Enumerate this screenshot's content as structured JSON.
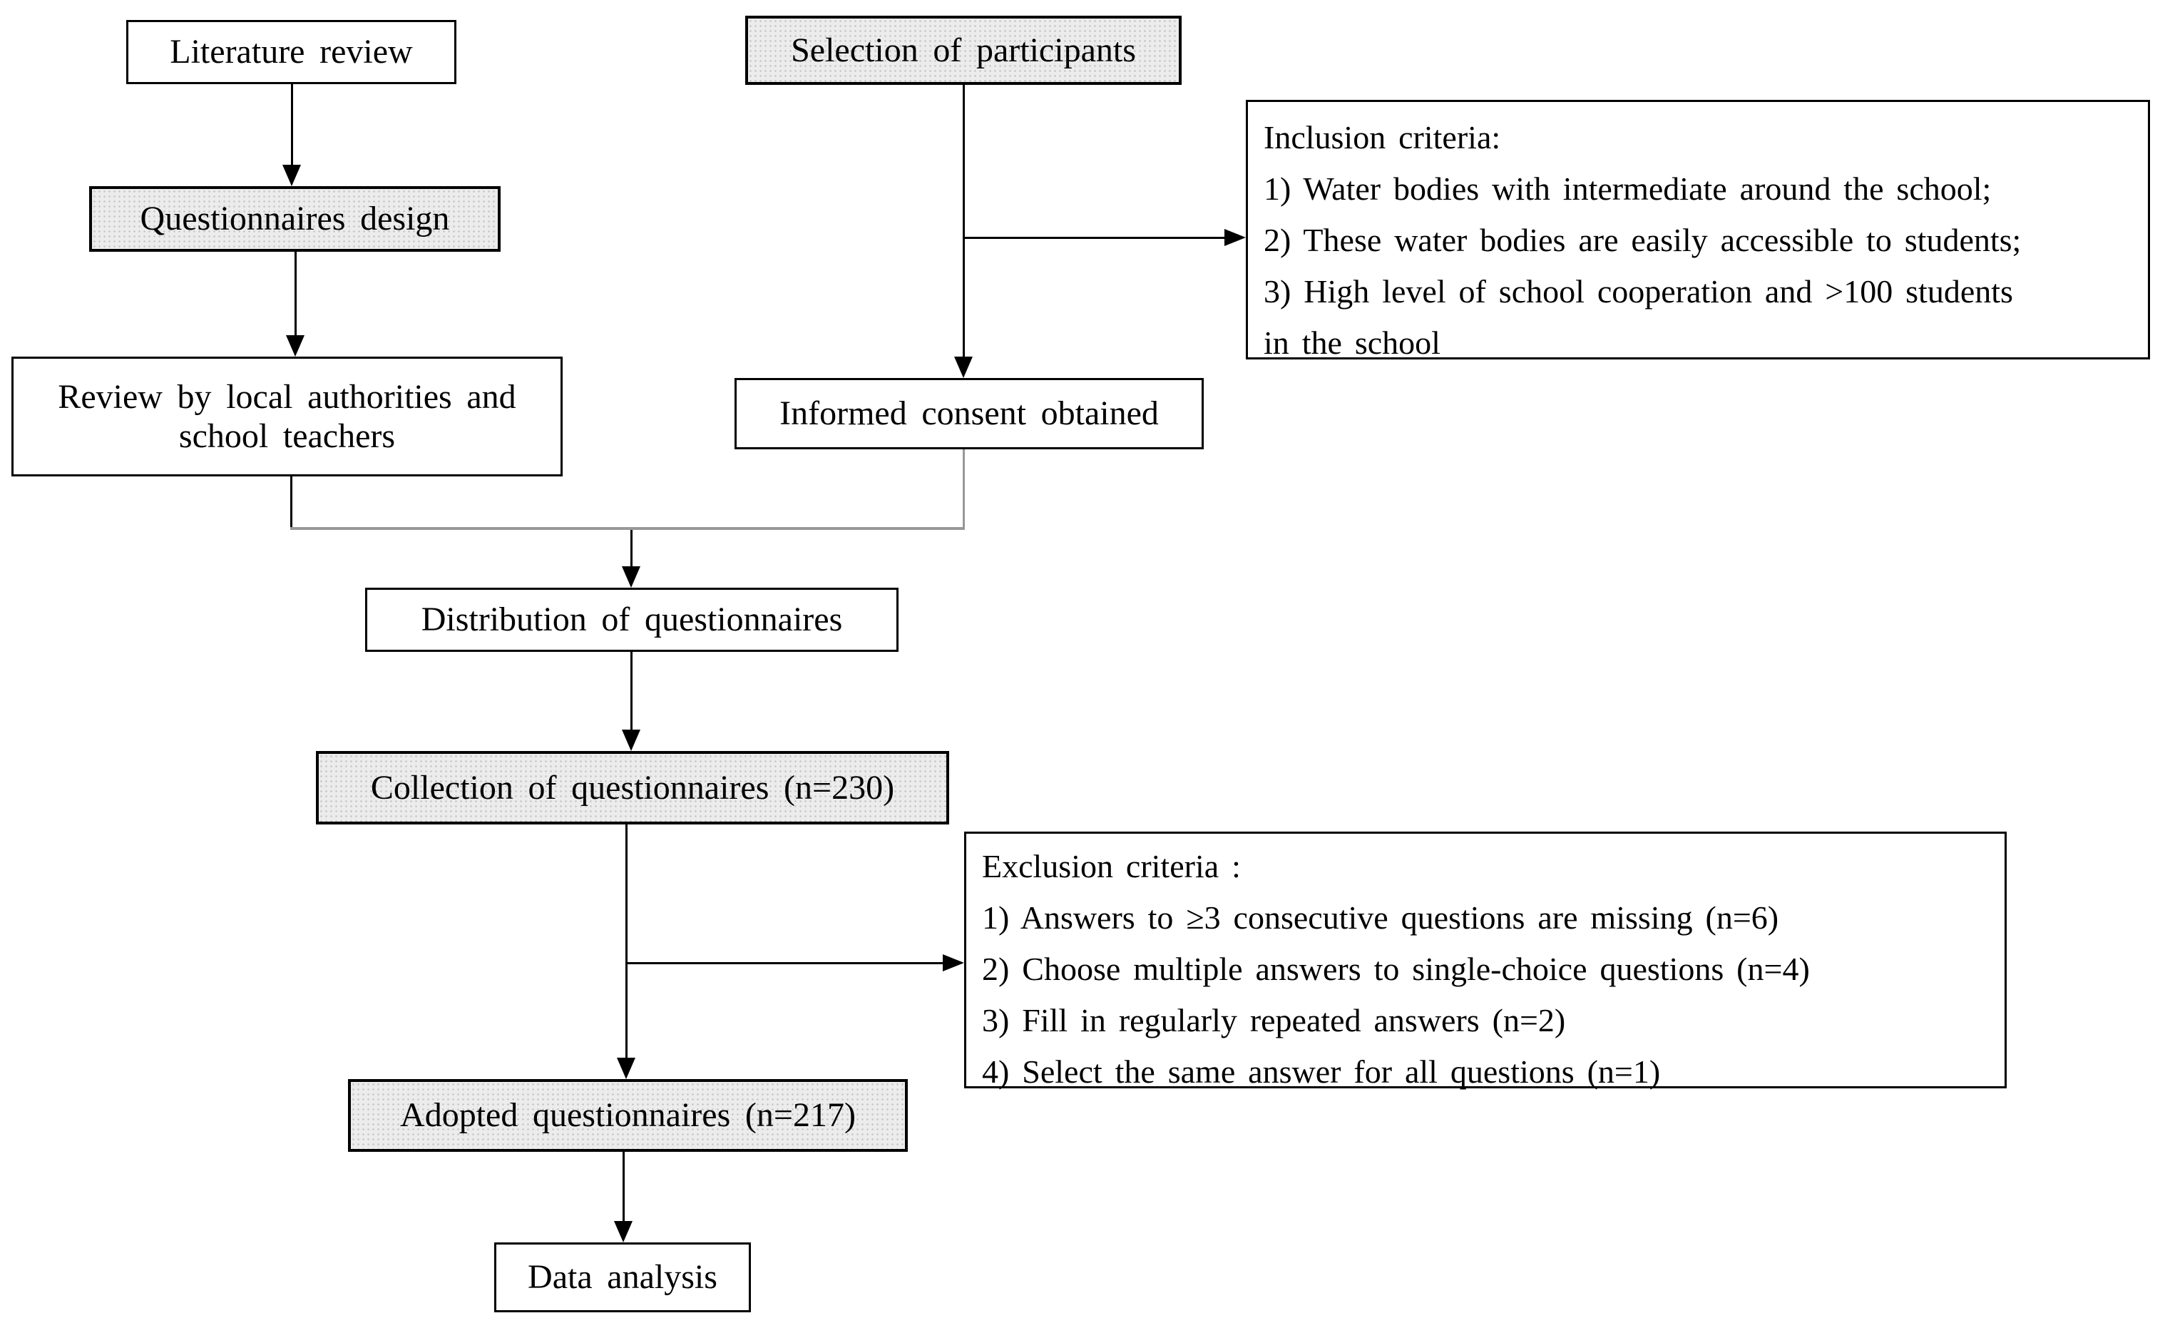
{
  "diagram": {
    "title": "Questionnaire study flowchart",
    "colors": {
      "background": "#ffffff",
      "box_border": "#000000",
      "shaded_box_fill": "#ececec",
      "connector_black": "#000000",
      "connector_gray": "#989898"
    },
    "nodes": {
      "literature": {
        "label": "Literature review"
      },
      "selection": {
        "label": "Selection of participants"
      },
      "qdesign": {
        "label": "Questionnaires design"
      },
      "review": {
        "label": "Review by local authorities and school teachers"
      },
      "informed": {
        "label": "Informed consent obtained"
      },
      "distribution": {
        "label": "Distribution of questionnaires"
      },
      "collection": {
        "label": "Collection of questionnaires (n=230)"
      },
      "adopted": {
        "label": "Adopted questionnaires  (n=217)"
      },
      "data_analysis": {
        "label": "Data analysis"
      },
      "inclusion": {
        "lines": [
          "Inclusion criteria:",
          "1) Water bodies with intermediate  around the school;",
          "2) These water bodies are easily accessible to students;",
          "3) High level of school cooperation and >100 students",
          "in the school"
        ]
      },
      "exclusion": {
        "lines": [
          "Exclusion criteria :",
          "1) Answers to ≥3 consecutive questions are missing (n=6)",
          "2) Choose multiple answers to single-choice questions (n=4)",
          "3) Fill in regularly repeated answers (n=2)",
          "4) Select the same answer for all questions (n=1)"
        ]
      }
    }
  }
}
